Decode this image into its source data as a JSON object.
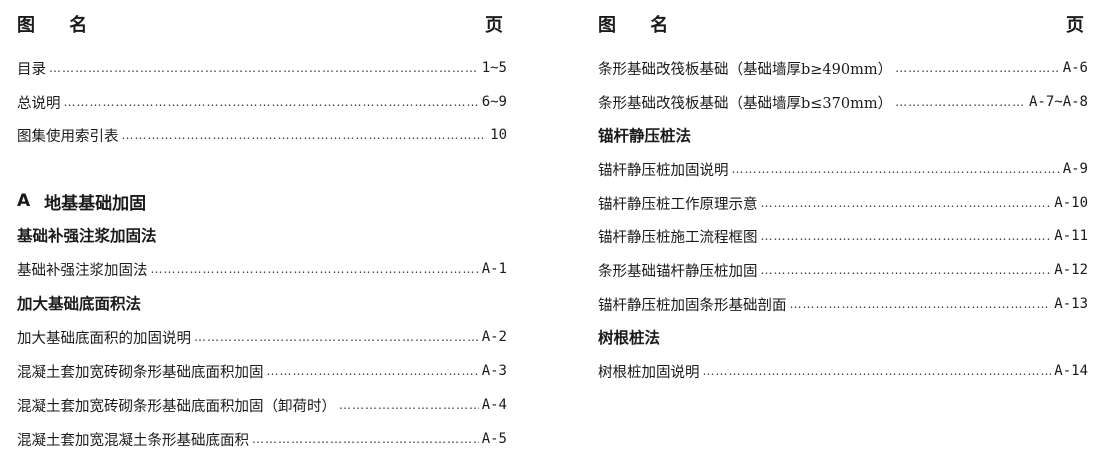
{
  "left": {
    "header": {
      "name": "图 名",
      "page": "页"
    },
    "toc": [
      {
        "title": "目录",
        "page": "1~5"
      },
      {
        "title": "总说明",
        "page": "6~9"
      },
      {
        "title": "图集使用索引表",
        "page": "10"
      }
    ],
    "section_a": {
      "letter": "A",
      "title": "地基基础加固"
    },
    "sub1": "基础补强注浆加固法",
    "sub1_items": [
      {
        "title": "基础补强注浆加固法",
        "page": "A-1"
      }
    ],
    "sub2": "加大基础底面积法",
    "sub2_items": [
      {
        "title": "加大基础底面积的加固说明",
        "page": "A-2"
      },
      {
        "title": "混凝土套加宽砖砌条形基础底面积加固",
        "page": "A-3"
      },
      {
        "title": "混凝土套加宽砖砌条形基础底面积加固（卸荷时）",
        "page": "A-4"
      },
      {
        "title": "混凝土套加宽混凝土条形基础底面积",
        "page": "A-5"
      }
    ]
  },
  "right": {
    "header": {
      "name": "图 名",
      "page": "页"
    },
    "items_top": [
      {
        "title": "条形基础改筏板基础（基础墙厚b≥490mm）",
        "page": "A-6"
      },
      {
        "title": "条形基础改筏板基础（基础墙厚b≤370mm）",
        "page": "A-7~A-8"
      }
    ],
    "sub3": "锚杆静压桩法",
    "sub3_items": [
      {
        "title": "锚杆静压桩加固说明",
        "page": "A-9"
      },
      {
        "title": "锚杆静压桩工作原理示意",
        "page": "A-10"
      },
      {
        "title": "锚杆静压桩施工流程框图",
        "page": "A-11"
      },
      {
        "title": "条形基础锚杆静压桩加固",
        "page": "A-12"
      },
      {
        "title": "锚杆静压桩加固条形基础剖面",
        "page": "A-13"
      }
    ],
    "sub4": "树根桩法",
    "sub4_items": [
      {
        "title": "树根桩加固说明",
        "page": "A-14"
      }
    ]
  }
}
